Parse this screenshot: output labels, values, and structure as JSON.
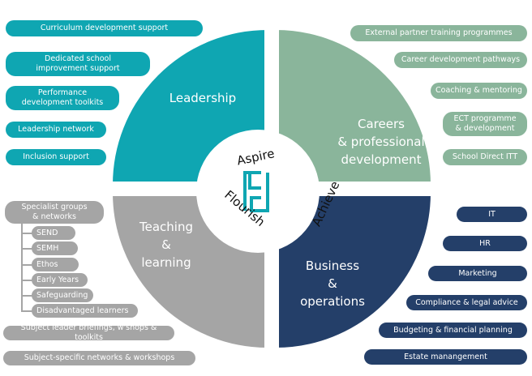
{
  "colors": {
    "leadership": "#0fa6b2",
    "careers": "#8ab59b",
    "business": "#243f69",
    "teaching": "#a5a5a5"
  },
  "segments": {
    "leadership": "Leadership",
    "careers": "Careers & professional development",
    "business": "Business & operations",
    "teaching": "Teaching & learning"
  },
  "segment_lines": {
    "careers": [
      "Careers",
      "& professional",
      "development"
    ],
    "business": [
      "Business",
      "&",
      "operations"
    ],
    "teaching": [
      "Teaching",
      "&",
      "learning"
    ]
  },
  "center": {
    "words": [
      "Aspire",
      "Achieve",
      "Flourish"
    ],
    "logo": "F"
  },
  "leadership_items": [
    "Curriculum development support",
    "Dedicated school improvement support",
    "Performance development toolkits",
    "Leadership network",
    "Inclusion support"
  ],
  "careers_items": [
    "External partner training programmes",
    "Career development pathways",
    "Coaching & mentoring",
    "ECT programme & development",
    "School Direct ITT"
  ],
  "business_items": [
    "IT",
    "HR",
    "Marketing",
    "Compliance & legal advice",
    "Budgeting & financial planning",
    "Estate manangement"
  ],
  "teaching_items": {
    "group": "Specialist groups & networks",
    "sub": [
      "SEND",
      "SEMH",
      "Ethos",
      "Early Years",
      "Safeguarding",
      "Disadvantaged learners"
    ],
    "others": [
      "Subject leader briefings, w'shops & toolkits",
      "Subject-specific networks & workshops"
    ]
  }
}
